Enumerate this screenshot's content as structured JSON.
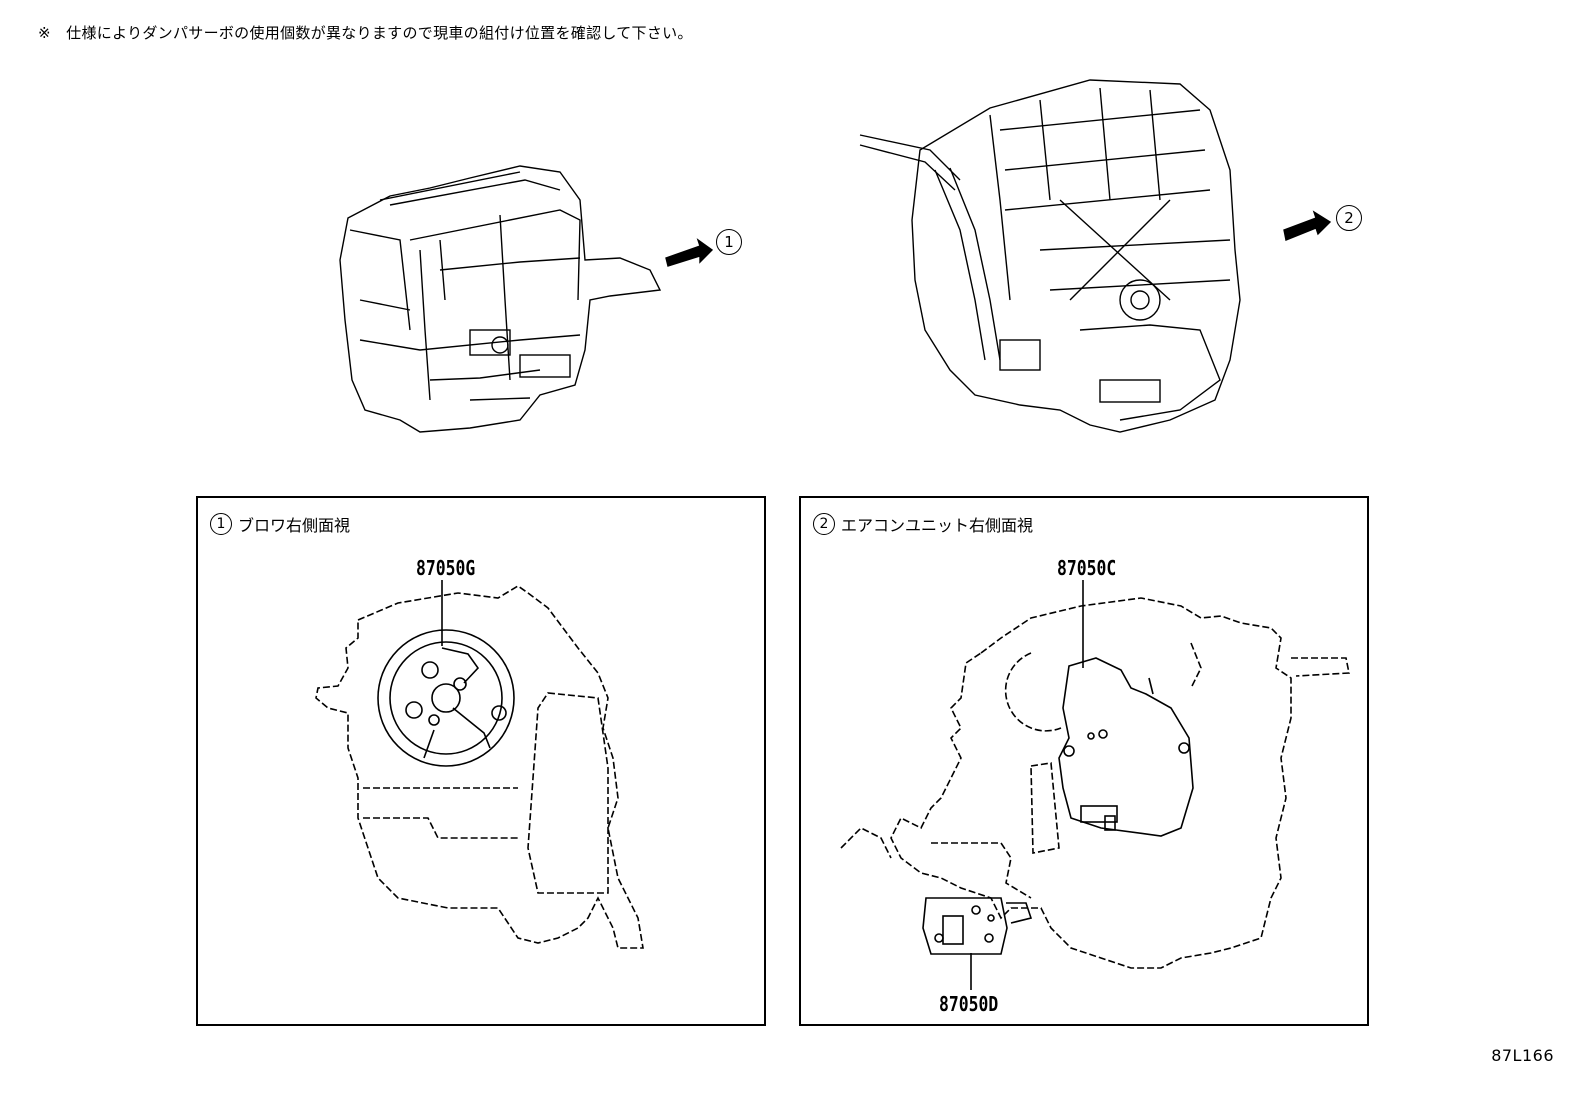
{
  "note": "※　仕様によりダンパサーボの使用個数が異なりますので現車の組付け位置を確認して下さい。",
  "callouts": {
    "one": "1",
    "two": "2"
  },
  "panels": {
    "left": {
      "number": "1",
      "title": "ブロワ右側面視",
      "part_number": "87050G"
    },
    "right": {
      "number": "2",
      "title": "エアコンユニット右側面視",
      "part_upper": "87050C",
      "part_lower": "87050D"
    }
  },
  "drawing_code": "87L166"
}
